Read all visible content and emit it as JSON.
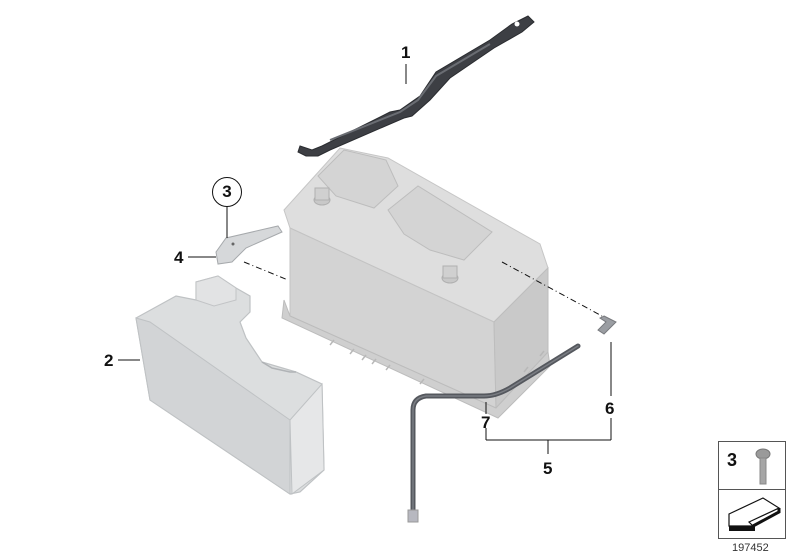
{
  "diagram": {
    "title": "Battery assembly parts diagram",
    "diagram_number": "197452",
    "callouts": [
      {
        "id": "1",
        "part": "battery-hold-down-bracket"
      },
      {
        "id": "2",
        "part": "battery-insulation-cover"
      },
      {
        "id": "3",
        "part": "screw",
        "circled": true
      },
      {
        "id": "4",
        "part": "mounting-bracket"
      },
      {
        "id": "5",
        "part": "vent-hose-assembly"
      },
      {
        "id": "6",
        "part": "elbow-connector"
      },
      {
        "id": "7",
        "part": "vent-hose"
      }
    ],
    "legend": {
      "number": "3",
      "part_icon": "hex-bolt-icon",
      "arrow_icon": "direction-arrow-icon"
    },
    "colors": {
      "bracket": "#3d3f44",
      "battery": "#d9d9d9",
      "cover": "#dcdedf",
      "hose": "#55585e",
      "line": "#111111"
    }
  }
}
